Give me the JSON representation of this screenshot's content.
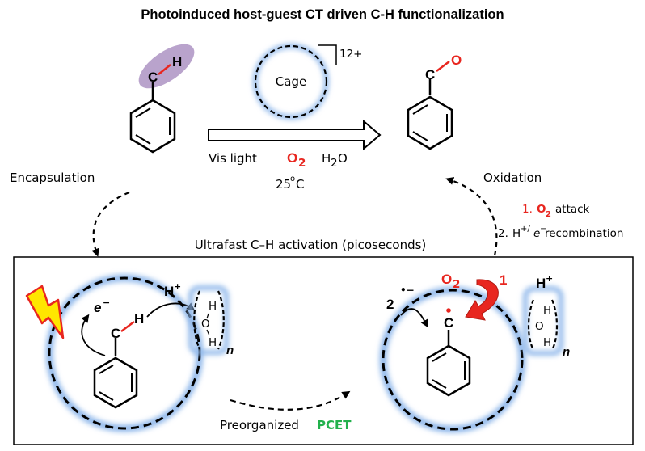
{
  "title": "Photoinduced host-guest CT driven C-H functionalization",
  "cage": {
    "label": "Cage",
    "charge": "12+"
  },
  "reaction": {
    "reactant_ch": "C",
    "reactant_h": "H",
    "product_c": "C",
    "product_o": "O",
    "conditions": {
      "light": "Vis light",
      "oxidant_o": "O",
      "oxidant_sub": "2",
      "water": "H",
      "water_sub": "2",
      "water_o": "O",
      "temperature": "25",
      "temperature_sup": "o",
      "temperature_unit": "C"
    }
  },
  "steps": {
    "encapsulation": "Encapsulation",
    "oxidation": "Oxidation",
    "step1_num": "1.",
    "step1_o": "O",
    "step1_sub": "2",
    "step1_text": "attack",
    "step2_num": "2.",
    "step2_text_a": "H",
    "step2_text_b": "+/",
    "step2_text_c": "e",
    "step2_text_d": "−",
    "step2_text_e": " recombination"
  },
  "mechanism": {
    "box_title": "Ultrafast C–H activation (picoseconds)",
    "electron": "e",
    "electron_sup": "−",
    "proton": "H",
    "proton_sup": "+",
    "water_h1": "H",
    "water_o": "O",
    "water_h2": "H",
    "repeat_n": "n",
    "radical_label_num": "2",
    "radical_dot_charge": "•−",
    "o2_label": "O",
    "o2_sub": "2",
    "step_one": "1",
    "preorg_text": "Preorganized ",
    "pcet_text": "PCET"
  },
  "colors": {
    "highlight_purple": "#b9a3cc",
    "cage_glow": "#8fb7ea",
    "red_accent": "#e8261f",
    "green_accent": "#22b14c",
    "bolt_yellow": "#ffe600",
    "bolt_red": "#e8261f"
  }
}
